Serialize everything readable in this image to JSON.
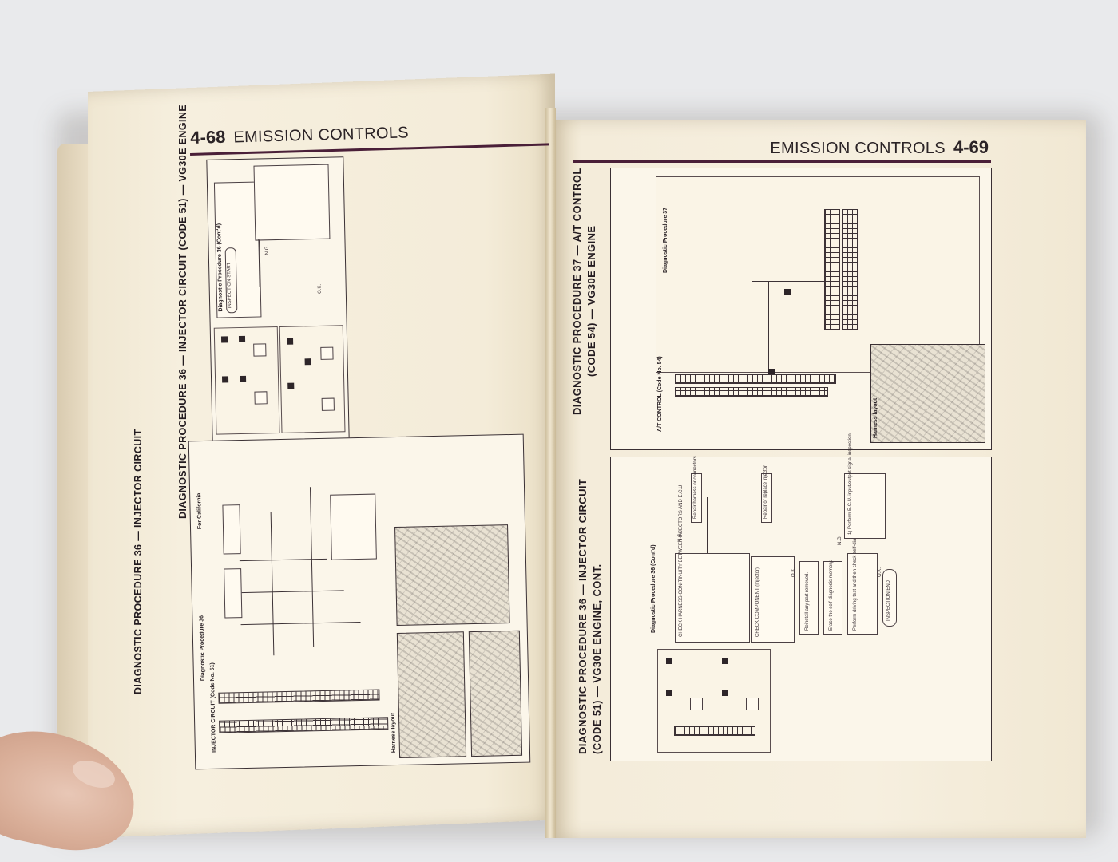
{
  "left_page": {
    "page_number": "4-68",
    "section_title": "EMISSION CONTROLS",
    "heading_top": "DIAGNOSTIC PROCEDURE 36 — INJECTOR CIRCUIT (CODE 51) — VG30E ENGINE",
    "heading_bottom": "DIAGNOSTIC PROCEDURE 36 — INJECTOR CIRCUIT",
    "flow_title": "Diagnostic Procedure 36 (Cont'd)",
    "wiring_title": "Diagnostic Procedure 36",
    "wiring_caption": "INJECTOR CIRCUIT (Code No. 51)",
    "california_note": "For California",
    "harness_label": "Harness layout",
    "flow_start": "INSPECTION START",
    "flow_ok": "O.K.",
    "flow_ng": "N.G."
  },
  "right_page": {
    "page_number": "4-69",
    "section_title": "EMISSION CONTROLS",
    "heading_top_line1": "DIAGNOSTIC PROCEDURE 37 — A/T CONTROL",
    "heading_top_line2": "(CODE 54) — VG30E ENGINE",
    "heading_bottom_line1": "DIAGNOSTIC PROCEDURE 36 — INJECTOR CIRCUIT",
    "heading_bottom_line2": "(CODE 51) — VG30E ENGINE, CONT.",
    "top_panel_title": "Diagnostic Procedure 37",
    "top_panel_caption": "A/T CONTROL (Code No. 54)",
    "harness_label": "Harness layout",
    "bottom_panel_title": "Diagnostic Procedure 36 (Cont'd)",
    "step_check_harness": "CHECK HARNESS CON-TINUITY BETWEEN INJECTORS AND E.C.U.",
    "step_check_component": "CHECK COMPONENT (Injector).",
    "step_repair_harness": "Repair harness or connectors.",
    "step_repair_injector": "Repair or replace injector.",
    "step_reinstall": "Reinstall any part removed.",
    "step_erase": "Erase the self-diagnosis memory.",
    "step_perform": "Perform driving test and then check self-diagnosis.",
    "step_ecu": "1) Perform E.C.U. input/output signal inspection.",
    "step_end": "INSPECTION END",
    "ok": "O.K.",
    "ng": "N.G."
  }
}
